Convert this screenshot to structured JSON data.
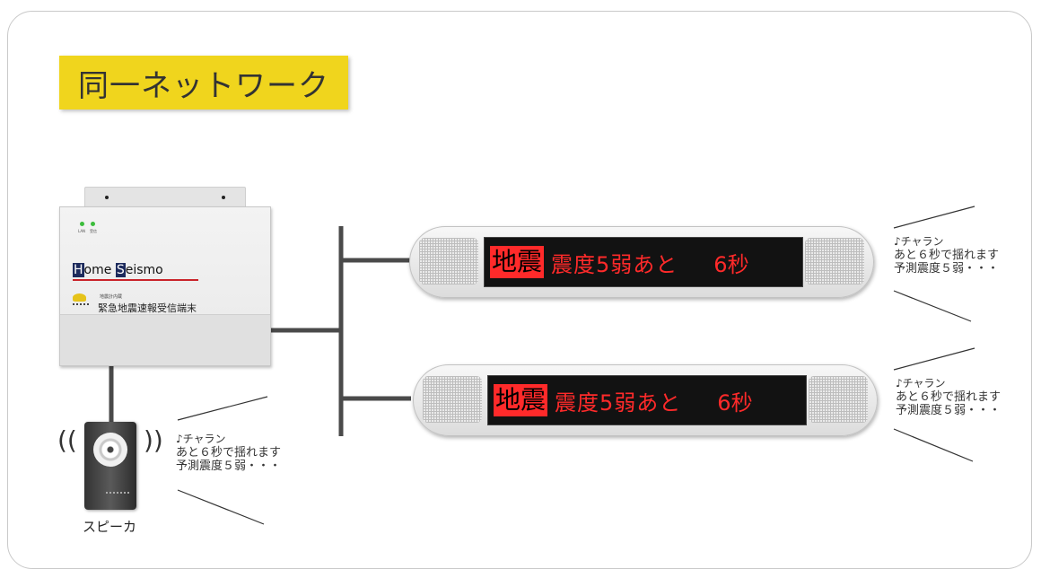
{
  "title": "同一ネットワーク",
  "receiver": {
    "brand_home_initial": "H",
    "brand_home_rest": "ome ",
    "brand_seismo_initial": "S",
    "brand_seismo_rest": "eismo",
    "model_text": "地震計内蔵",
    "product_name": "緊急地震速報受信端末",
    "led_labels": [
      "LAN",
      "受信"
    ]
  },
  "speaker": {
    "label": "スピーカ",
    "bubble_lines": [
      "♪チャラン",
      "あと６秒で揺れます",
      "予測震度５弱・・・"
    ]
  },
  "displays": [
    {
      "screen_quake": "地震",
      "screen_msg": "震度5弱あと",
      "screen_seconds": "6秒",
      "bubble_lines": [
        "♪チャラン",
        "あと６秒で揺れます",
        "予測震度５弱・・・"
      ]
    },
    {
      "screen_quake": "地震",
      "screen_msg": "震度5弱あと",
      "screen_seconds": "6秒",
      "bubble_lines": [
        "♪チャラン",
        "あと６秒で揺れます",
        "予測震度５弱・・・"
      ]
    }
  ],
  "colors": {
    "title_bg": "#f0d51d",
    "led_text": "#ff2a2a",
    "seismic_wave": "#c9232a"
  }
}
